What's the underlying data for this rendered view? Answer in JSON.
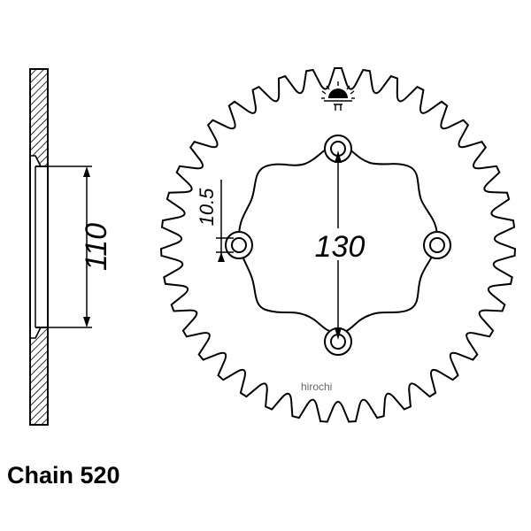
{
  "caption": "Chain 520",
  "watermark": "hirochi",
  "dimensions": {
    "side_profile": "110",
    "bolt_circle": "130",
    "hole_offset": "10.5"
  },
  "sprocket": {
    "tooth_count": 39,
    "bolt_holes": 4
  },
  "colors": {
    "line": "#000000",
    "background": "#ffffff",
    "watermark": "#666666"
  },
  "icons": {
    "logo": "sun-emblem-icon"
  }
}
